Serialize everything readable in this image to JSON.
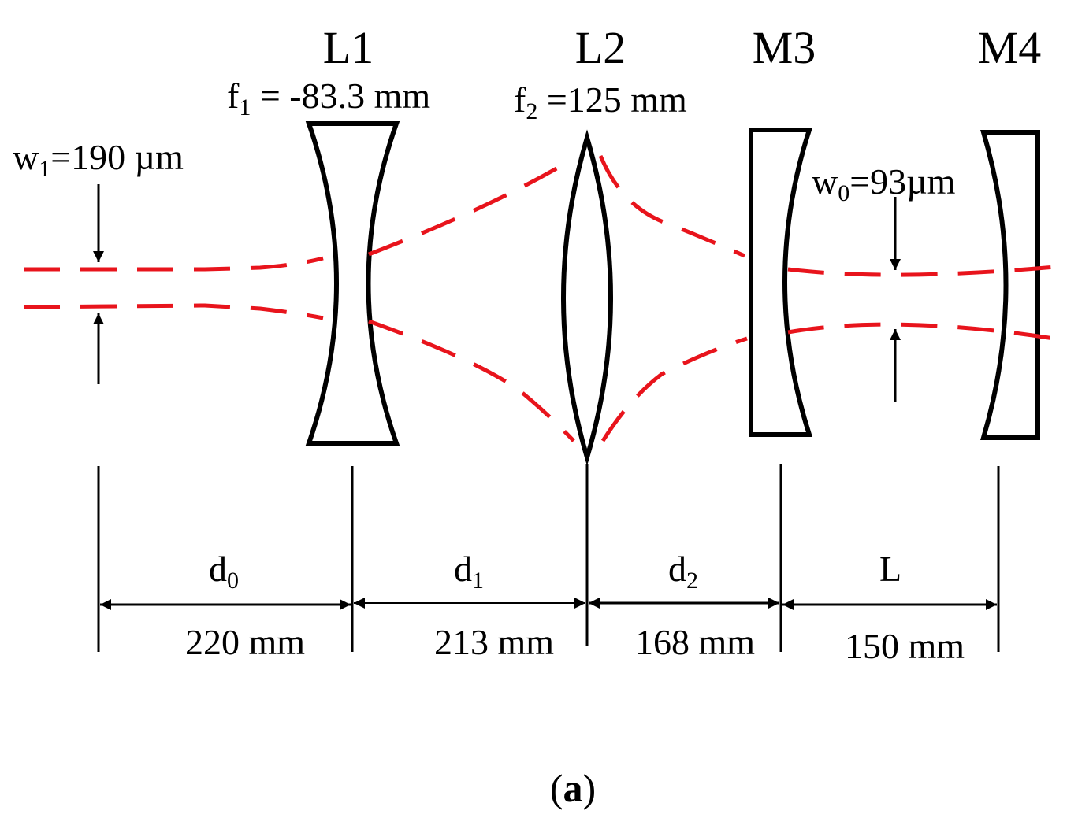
{
  "elements": {
    "L1": {
      "name": "L1",
      "focal_sym": "f",
      "focal_sub": "1",
      "focal_val": " = -83.3 mm"
    },
    "L2": {
      "name": "L2",
      "focal_sym": "f",
      "focal_sub": "2",
      "focal_val": " =125 mm"
    },
    "M3": {
      "name": "M3"
    },
    "M4": {
      "name": "M4"
    }
  },
  "waists": {
    "w1": {
      "sym": "w",
      "sub": "1",
      "val": "=190 µm"
    },
    "w0": {
      "sym": "w",
      "sub": "0",
      "val": "=93µm"
    }
  },
  "distances": [
    {
      "sym": "d",
      "sub": "0",
      "value": "220 mm"
    },
    {
      "sym": "d",
      "sub": "1",
      "value": "213 mm"
    },
    {
      "sym": "d",
      "sub": "2",
      "value": "168 mm"
    },
    {
      "sym": "L",
      "sub": "",
      "value": "150 mm"
    }
  ],
  "caption": {
    "open": "(",
    "letter": "a",
    "close": ")"
  },
  "colors": {
    "beam": "#e8141c",
    "line": "#000000"
  }
}
